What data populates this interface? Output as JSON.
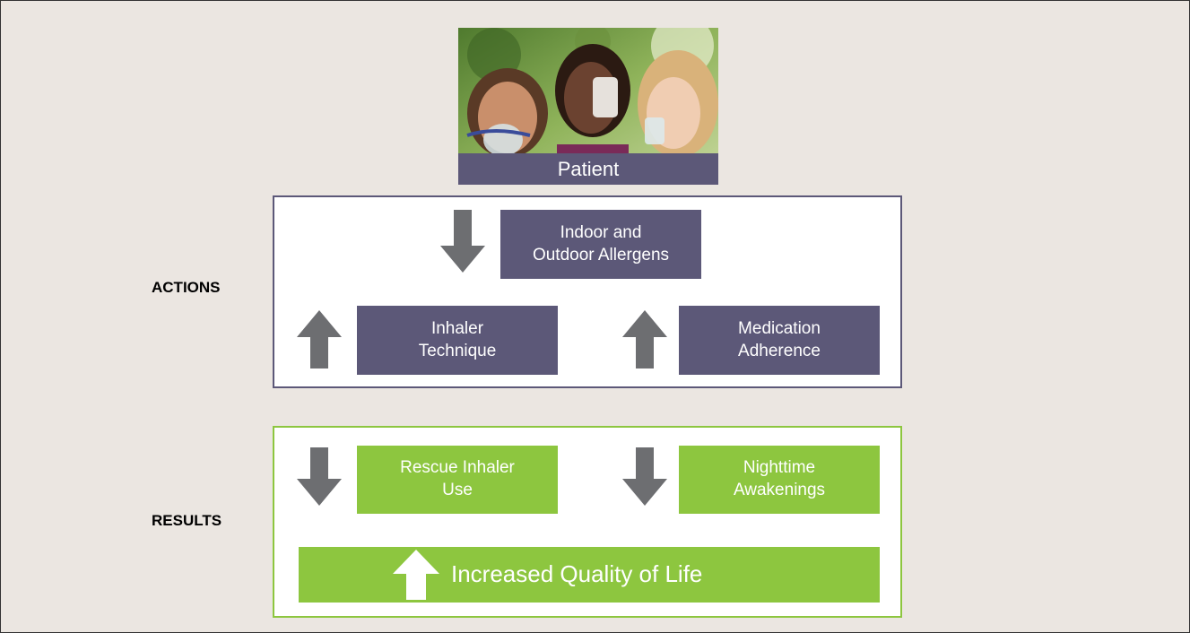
{
  "patient": {
    "caption": "Patient"
  },
  "labels": {
    "actions": "ACTIONS",
    "results": "RESULTS"
  },
  "actions": {
    "allergens": "Indoor and\nOutdoor Allergens",
    "inhaler": "Inhaler\nTechnique",
    "adherence": "Medication\nAdherence"
  },
  "results": {
    "rescue": "Rescue Inhaler\nUse",
    "nighttime": "Nighttime\nAwakenings",
    "quality": "Increased Quality of Life"
  },
  "colors": {
    "purple": "#5c5878",
    "green": "#8dc63f",
    "arrow": "#6d6e71",
    "background": "#ebe6e1"
  },
  "arrows": {
    "allergens": "down",
    "inhaler": "up",
    "adherence": "up",
    "rescue": "down",
    "nighttime": "down",
    "quality": "up"
  }
}
